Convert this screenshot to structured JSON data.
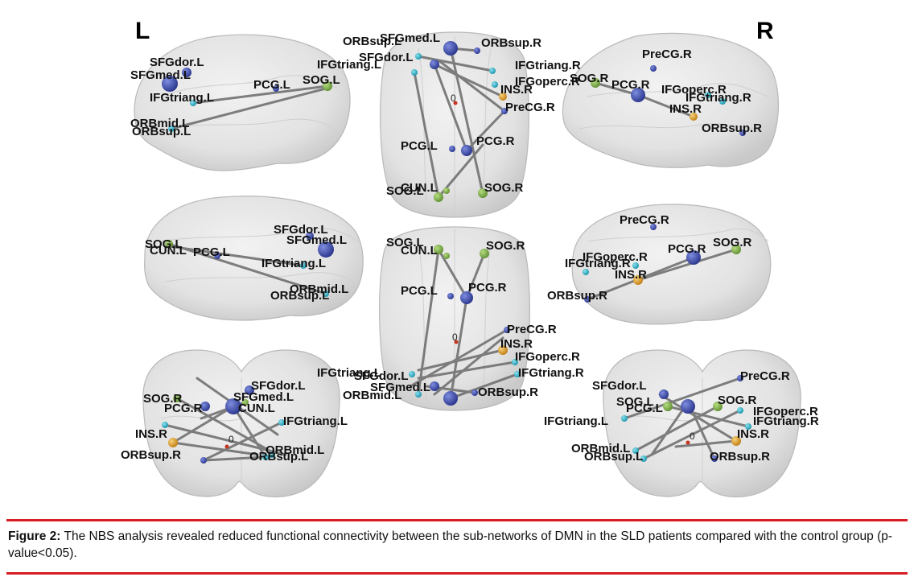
{
  "side_markers": {
    "left": "L",
    "right": "R"
  },
  "zero_marker": "0",
  "panels": [
    {
      "id": "left-lateral-top",
      "view": "sagittal, left hemisphere",
      "nodes": [
        {
          "label": "SFGdor.L",
          "kind": "blue-small"
        },
        {
          "label": "SFGmed.L",
          "kind": "blue-large"
        },
        {
          "label": "IFGtriang.L",
          "kind": "cyan"
        },
        {
          "label": "PCG.L",
          "kind": "blue-small"
        },
        {
          "label": "SOG.L",
          "kind": "green"
        },
        {
          "label": "ORBmid.L",
          "kind": "cyan"
        },
        {
          "label": "ORBsup.L",
          "kind": "cyan"
        }
      ]
    },
    {
      "id": "axial-top",
      "view": "axial, superior",
      "nodes": [
        {
          "label": "ORBsup.L",
          "kind": "cyan"
        },
        {
          "label": "SFGmed.L",
          "kind": "blue-large"
        },
        {
          "label": "SFGdor.L",
          "kind": "blue-small"
        },
        {
          "label": "IFGtriang.L",
          "kind": "cyan"
        },
        {
          "label": "ORBsup.R",
          "kind": "blue-small"
        },
        {
          "label": "IFGtriang.R",
          "kind": "cyan"
        },
        {
          "label": "IFGoperc.R",
          "kind": "cyan"
        },
        {
          "label": "INS.R",
          "kind": "orange"
        },
        {
          "label": "PreCG.R",
          "kind": "blue-small"
        },
        {
          "label": "PCG.L",
          "kind": "blue-small"
        },
        {
          "label": "PCG.R",
          "kind": "blue-medium"
        },
        {
          "label": "SOG.L",
          "kind": "green"
        },
        {
          "label": "CUN.L",
          "kind": "green"
        },
        {
          "label": "SOG.R",
          "kind": "green"
        }
      ]
    },
    {
      "id": "right-lateral-top",
      "view": "sagittal, right hemisphere",
      "nodes": [
        {
          "label": "PreCG.R",
          "kind": "blue-small"
        },
        {
          "label": "SOG.R",
          "kind": "green"
        },
        {
          "label": "PCG.R",
          "kind": "blue-large"
        },
        {
          "label": "IFGoperc.R",
          "kind": "cyan"
        },
        {
          "label": "IFGtriang.R",
          "kind": "cyan"
        },
        {
          "label": "INS.R",
          "kind": "orange"
        },
        {
          "label": "ORBsup.R",
          "kind": "blue-small"
        }
      ]
    },
    {
      "id": "left-medial-mid",
      "view": "sagittal, medial",
      "nodes": [
        {
          "label": "SFGdor.L",
          "kind": "blue-small"
        },
        {
          "label": "SFGmed.L",
          "kind": "blue-large"
        },
        {
          "label": "SOG.L",
          "kind": "green"
        },
        {
          "label": "CUN.L",
          "kind": "green"
        },
        {
          "label": "PCG.L",
          "kind": "blue-small"
        },
        {
          "label": "IFGtriang.L",
          "kind": "cyan"
        },
        {
          "label": "ORBmid.L",
          "kind": "cyan"
        },
        {
          "label": "ORBsup.L",
          "kind": "cyan"
        }
      ]
    },
    {
      "id": "axial-mid",
      "view": "axial, inferior",
      "nodes": [
        {
          "label": "SOG.L",
          "kind": "green"
        },
        {
          "label": "CUN.L",
          "kind": "green"
        },
        {
          "label": "SOG.R",
          "kind": "green"
        },
        {
          "label": "PCG.L",
          "kind": "blue-small"
        },
        {
          "label": "PCG.R",
          "kind": "blue-medium"
        },
        {
          "label": "PreCG.R",
          "kind": "blue-small"
        },
        {
          "label": "INS.R",
          "kind": "orange"
        },
        {
          "label": "IFGoperc.R",
          "kind": "cyan"
        },
        {
          "label": "IFGtriang.R",
          "kind": "cyan"
        },
        {
          "label": "IFGtriang.L",
          "kind": "cyan"
        },
        {
          "label": "SFGmed.L",
          "kind": "blue-large"
        },
        {
          "label": "SFGdor.L",
          "kind": "blue-small"
        },
        {
          "label": "ORBmid.L",
          "kind": "cyan"
        },
        {
          "label": "ORBsup.R",
          "kind": "blue-small"
        }
      ]
    },
    {
      "id": "right-medial-mid",
      "view": "sagittal, right hemisphere medial",
      "nodes": [
        {
          "label": "PreCG.R",
          "kind": "blue-small"
        },
        {
          "label": "IFGoperc.R",
          "kind": "cyan"
        },
        {
          "label": "PCG.R",
          "kind": "blue-large"
        },
        {
          "label": "SOG.R",
          "kind": "green"
        },
        {
          "label": "IFGtriang.R",
          "kind": "cyan"
        },
        {
          "label": "INS.R",
          "kind": "orange"
        },
        {
          "label": "ORBsup.R",
          "kind": "blue-small"
        }
      ]
    },
    {
      "id": "coronal-left",
      "view": "coronal, posterior",
      "nodes": [
        {
          "label": "SFGdor.L",
          "kind": "blue-small"
        },
        {
          "label": "SOG.R",
          "kind": "green"
        },
        {
          "label": "SFGmed.L",
          "kind": "blue-large"
        },
        {
          "label": "PCG.R",
          "kind": "blue-medium"
        },
        {
          "label": "CUN.L",
          "kind": "green"
        },
        {
          "label": "IFGtriang.L",
          "kind": "cyan"
        },
        {
          "label": "INS.R",
          "kind": "orange"
        },
        {
          "label": "ORBsup.R",
          "kind": "blue-small"
        },
        {
          "label": "ORBmid.L",
          "kind": "cyan"
        },
        {
          "label": "ORBsup.L",
          "kind": "cyan"
        }
      ]
    },
    {
      "id": "coronal-right",
      "view": "coronal, anterior",
      "nodes": [
        {
          "label": "PreCG.R",
          "kind": "blue-small"
        },
        {
          "label": "SFGdor.L",
          "kind": "blue-small"
        },
        {
          "label": "SOG.L",
          "kind": "green"
        },
        {
          "label": "PCG.L",
          "kind": "blue-small"
        },
        {
          "label": "SOG.R",
          "kind": "green"
        },
        {
          "label": "IFGoperc.R",
          "kind": "cyan"
        },
        {
          "label": "IFGtriang.R",
          "kind": "cyan"
        },
        {
          "label": "IFGtriang.L",
          "kind": "cyan"
        },
        {
          "label": "INS.R",
          "kind": "orange"
        },
        {
          "label": "ORBmid.L",
          "kind": "cyan"
        },
        {
          "label": "ORBsup.L",
          "kind": "cyan"
        },
        {
          "label": "ORBsup.R",
          "kind": "blue-small"
        }
      ]
    }
  ],
  "node_colors": {
    "blue": "#3b4bb0",
    "cyan": "#2bb3c9",
    "green": "#7db046",
    "orange": "#e0a22b",
    "edge": "#6a6a6a",
    "brain": "#e4e4e4"
  },
  "caption": {
    "label": "Figure 2:",
    "text": "The NBS analysis revealed reduced functional connectivity between the sub-networks of DMN in the SLD patients compared with the control group (p-value<0.05)."
  },
  "accent_color": "#d71d24"
}
